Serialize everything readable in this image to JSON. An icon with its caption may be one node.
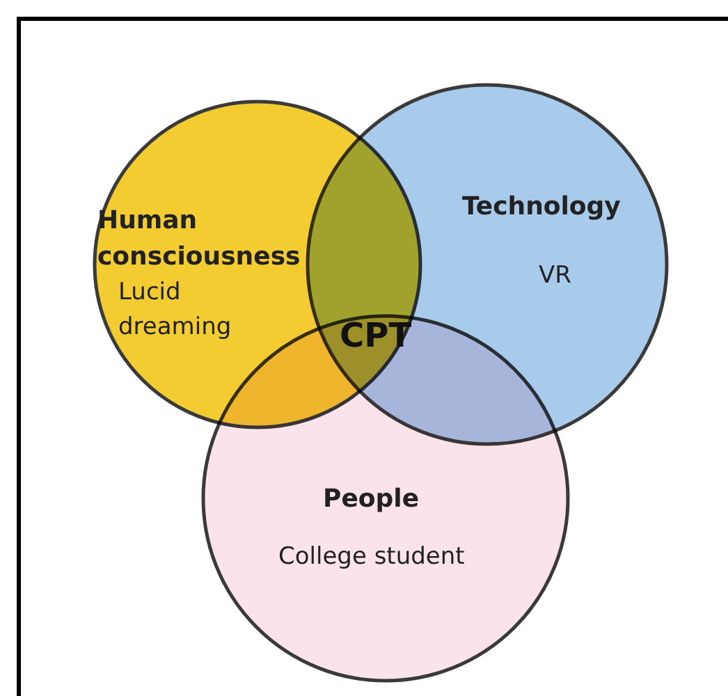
{
  "diagram": {
    "nodes": [
      {
        "text": [
          "Human consciousness",
          "Lucid dreaming"
        ]
      },
      {
        "text": [
          "Technology",
          "VR"
        ]
      },
      {
        "text": [
          "People",
          "College student"
        ]
      }
    ],
    "labels": [
      "CPT"
    ]
  }
}
